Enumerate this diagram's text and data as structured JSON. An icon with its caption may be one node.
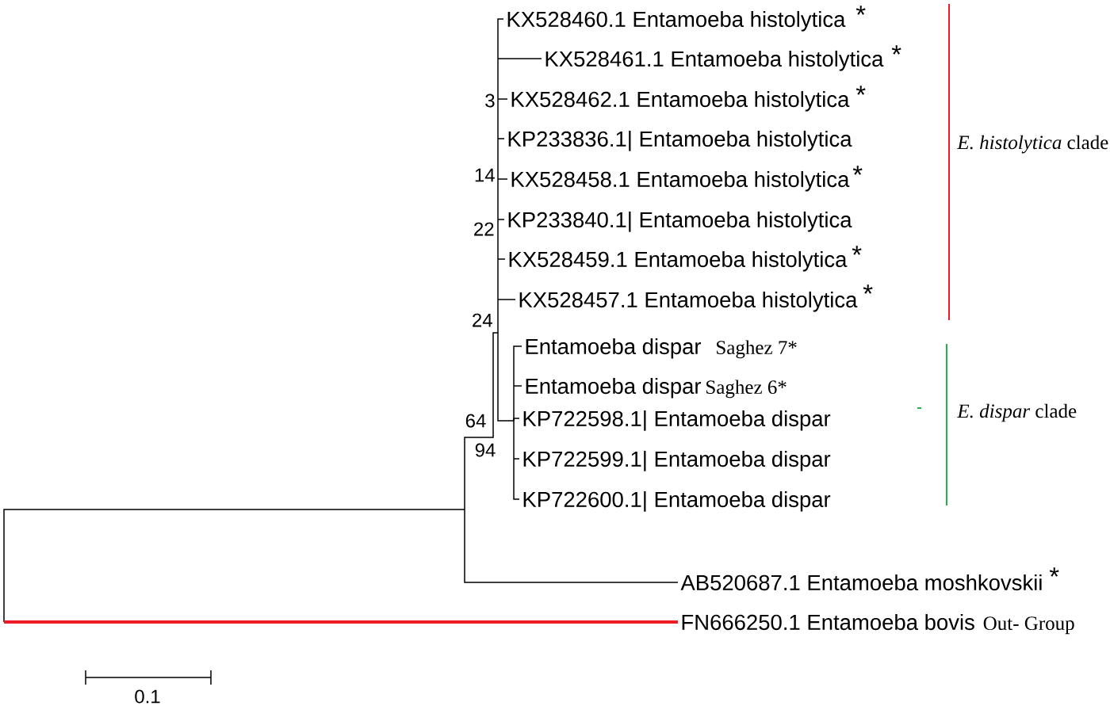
{
  "diagram": {
    "nodes": [
      {
        "text": [
          "KX528460.1 Entamoeba histolytica"
        ],
        "beside": [
          "*"
        ]
      },
      {
        "text": [
          "KX528461.1 Entamoeba histolytica"
        ],
        "beside": [
          "*"
        ]
      },
      {
        "text": [
          "KX528462.1 Entamoeba histolytica"
        ],
        "beside": [
          "*"
        ]
      },
      {
        "text": [
          "KP233836.1| Entamoeba histolytica"
        ]
      },
      {
        "text": [
          "KX528458.1 Entamoeba histolytica"
        ],
        "beside": [
          "*"
        ]
      },
      {
        "text": [
          "KP233840.1| Entamoeba histolytica"
        ]
      },
      {
        "text": [
          "KX528459.1 Entamoeba histolytica"
        ],
        "beside": [
          "*"
        ]
      },
      {
        "text": [
          "KX528457.1 Entamoeba histolytica"
        ],
        "beside": [
          "*"
        ]
      },
      {
        "text": [
          "Entamoeba dispar"
        ],
        "beside": [
          "Saghez 7*"
        ]
      },
      {
        "text": [
          "Entamoeba dispar"
        ],
        "beside": [
          "Saghez 6*"
        ]
      },
      {
        "text": [
          "KP722598.1| Entamoeba dispar"
        ]
      },
      {
        "text": [
          "KP722599.1| Entamoeba dispar"
        ]
      },
      {
        "text": [
          "KP722600.1| Entamoeba dispar"
        ]
      },
      {
        "text": [
          "AB520687.1 Entamoeba moshkovskii"
        ],
        "beside": [
          "*"
        ]
      },
      {
        "text": [
          "FN666250.1 Entamoeba bovis"
        ],
        "beside": [
          "Out- Group"
        ]
      }
    ],
    "edges": [
      {
        "from": null,
        "to": 0,
        "arrow": "none"
      },
      {
        "from": null,
        "to": 1,
        "arrow": "none"
      },
      {
        "from": null,
        "to": 2,
        "arrow": "none"
      },
      {
        "from": null,
        "to": 3,
        "arrow": "none"
      },
      {
        "from": null,
        "to": 4,
        "arrow": "none"
      },
      {
        "from": null,
        "to": 5,
        "arrow": "none"
      },
      {
        "from": null,
        "to": 6,
        "arrow": "none"
      },
      {
        "from": null,
        "to": 7,
        "arrow": "none"
      },
      {
        "from": null,
        "to": 8,
        "arrow": "none"
      },
      {
        "from": null,
        "to": 9,
        "arrow": "none"
      },
      {
        "from": null,
        "to": 10,
        "arrow": "none"
      },
      {
        "from": null,
        "to": 11,
        "arrow": "none"
      },
      {
        "from": null,
        "to": 12,
        "arrow": "none"
      },
      {
        "from": null,
        "to": 13,
        "arrow": "none"
      },
      {
        "from": null,
        "to": 14,
        "arrow": "none",
        "style": "thick",
        "color": "#ed1c24"
      }
    ],
    "labels": [
      "3",
      "*E. histolytica* clade",
      "14",
      "22",
      "24",
      "*E. dispar* clade",
      "64",
      "94",
      "0.1"
    ]
  }
}
